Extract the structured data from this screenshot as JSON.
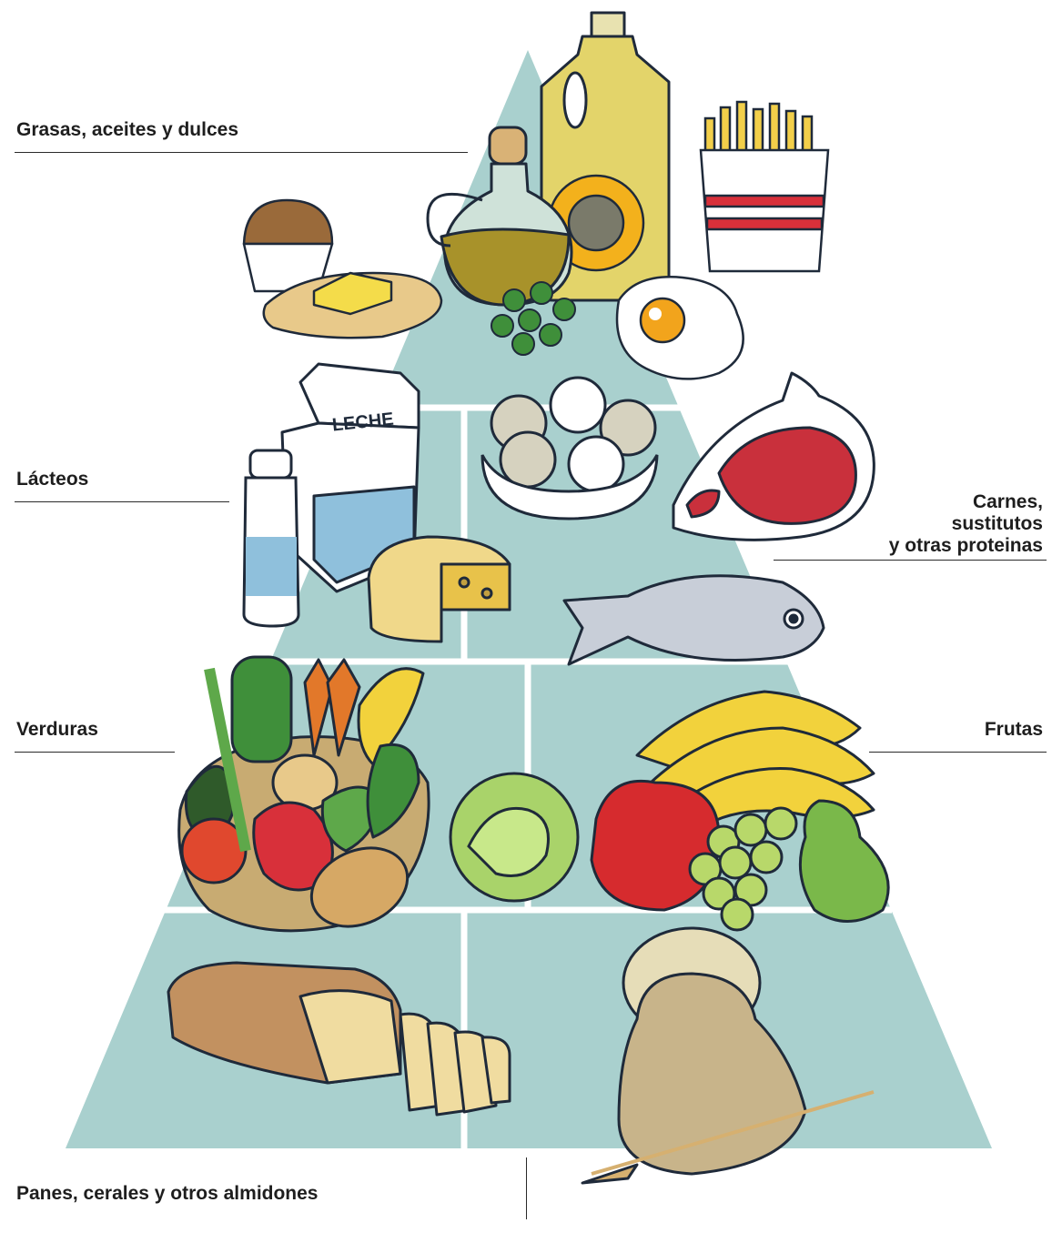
{
  "labels": {
    "fats": "Grasas, aceites y dulces",
    "dairy": "Lácteos",
    "proteins_line1": "Carnes,",
    "proteins_line2": "sustitutos",
    "proteins_line3": "y otras proteinas",
    "vegetables": "Verduras",
    "fruits": "Frutas",
    "grains": "Panes, cerales y otros almidones"
  },
  "illustrations": {
    "milk_carton_text": "LECHE"
  },
  "colors": {
    "pyramid": "#a9d0ce",
    "pyramid_divider": "#ffffff",
    "outline": "#1f2a3a",
    "oil": "#e3d46a",
    "meat": "#c9303c",
    "tomato": "#e0482e",
    "green": "#3f8f3a",
    "carrot": "#e2782a",
    "banana": "#f2d23c",
    "apple": "#d62b2e",
    "grape": "#b8d86a",
    "bread": "#e8c98a",
    "sack": "#c8b48a"
  }
}
